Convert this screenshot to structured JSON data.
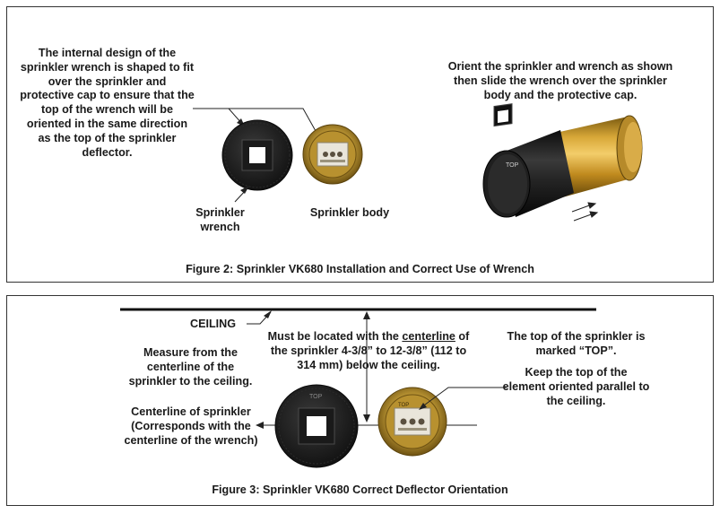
{
  "figure2": {
    "note_wrench_design": "The internal design of the sprinkler wrench is shaped to fit over the sprinkler and protective cap to ensure that the top of the wrench will be oriented in the same direction as the top of the sprinkler deflector.",
    "note_orient": "Orient the sprinkler and wrench as shown then slide the wrench over the sprinkler body and the protective cap.",
    "label_wrench_line1": "Sprinkler",
    "label_wrench_line2": "wrench",
    "label_body": "Sprinkler body",
    "caption": "Figure 2:  Sprinkler VK680 Installation and Correct Use of Wrench",
    "marking_top": "TOP"
  },
  "figure3": {
    "ceiling_label": "CEILING",
    "location_prefix": "Must be located with the ",
    "location_underlined": "centerline",
    "location_rest": "of the sprinkler 4-3/8” to 12-3/8” (112 to 314 mm) below the ceiling.",
    "note_measure": "Measure from the centerline of the sprinkler to the ceiling.",
    "note_centerline": "Centerline of sprinkler (Corresponds with the centerline of the wrench)",
    "note_top_marked": "The top of the sprinkler is marked “TOP”.",
    "note_keep_parallel": "Keep the top of the element oriented parallel to the ceiling.",
    "caption": "Figure 3:  Sprinkler VK680 Correct Deflector Orientation",
    "marking_top": "TOP"
  },
  "colors": {
    "border": "#333333",
    "wrench_black": "#1b1b1b",
    "brass": "#c9a23a",
    "brass_dark": "#8a6a1a",
    "text": "#1a1a1a"
  }
}
